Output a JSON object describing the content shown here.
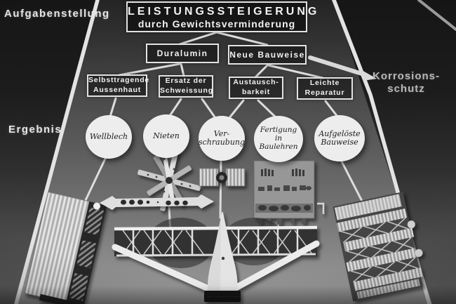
{
  "poster": {
    "section_labels": {
      "task": "Aufgabenstellung",
      "result": "Ergebnis"
    },
    "title": {
      "line1": "LEISTUNGSSTEIGERUNG",
      "line2": "durch Gewichtsverminderung"
    },
    "factors": {
      "duralumin": "Duralumin",
      "neue_bauweise": "Neue Bauweise"
    },
    "properties": {
      "selbsttragende": {
        "line1": "Selbsttragende",
        "line2": "Aussenhaut"
      },
      "ersatz": {
        "line1": "Ersatz der",
        "line2": "Schweissung"
      },
      "austausch": {
        "line1": "Austausch-",
        "line2": "barkeit"
      },
      "leichte": {
        "line1": "Leichte",
        "line2": "Reparatur"
      }
    },
    "side_note": {
      "line1": "Korrosions-",
      "line2": "schutz"
    },
    "results": {
      "wellblech": {
        "line1": "Wellblech"
      },
      "nieten": {
        "line1": "Nieten"
      },
      "verschraubung": {
        "line1": "Ver-",
        "line2": "schraubung"
      },
      "fertigung": {
        "line1": "Fertigung",
        "line2": "in",
        "line3": "Baulehren"
      },
      "aufgeloeste": {
        "line1": "Aufgelöste",
        "line2": "Bauweise"
      }
    },
    "captions": {
      "left": "·· ····· ···",
      "center": "··· ····· ·· ········",
      "right": "····· ···· ··"
    }
  },
  "colors": {
    "line_white": "#e3e3e3",
    "circle_fill": "#ededed",
    "board_gray": "#6f6f6f",
    "dim_text": "#b8b8b8",
    "box_border": "#e2e2e2"
  }
}
